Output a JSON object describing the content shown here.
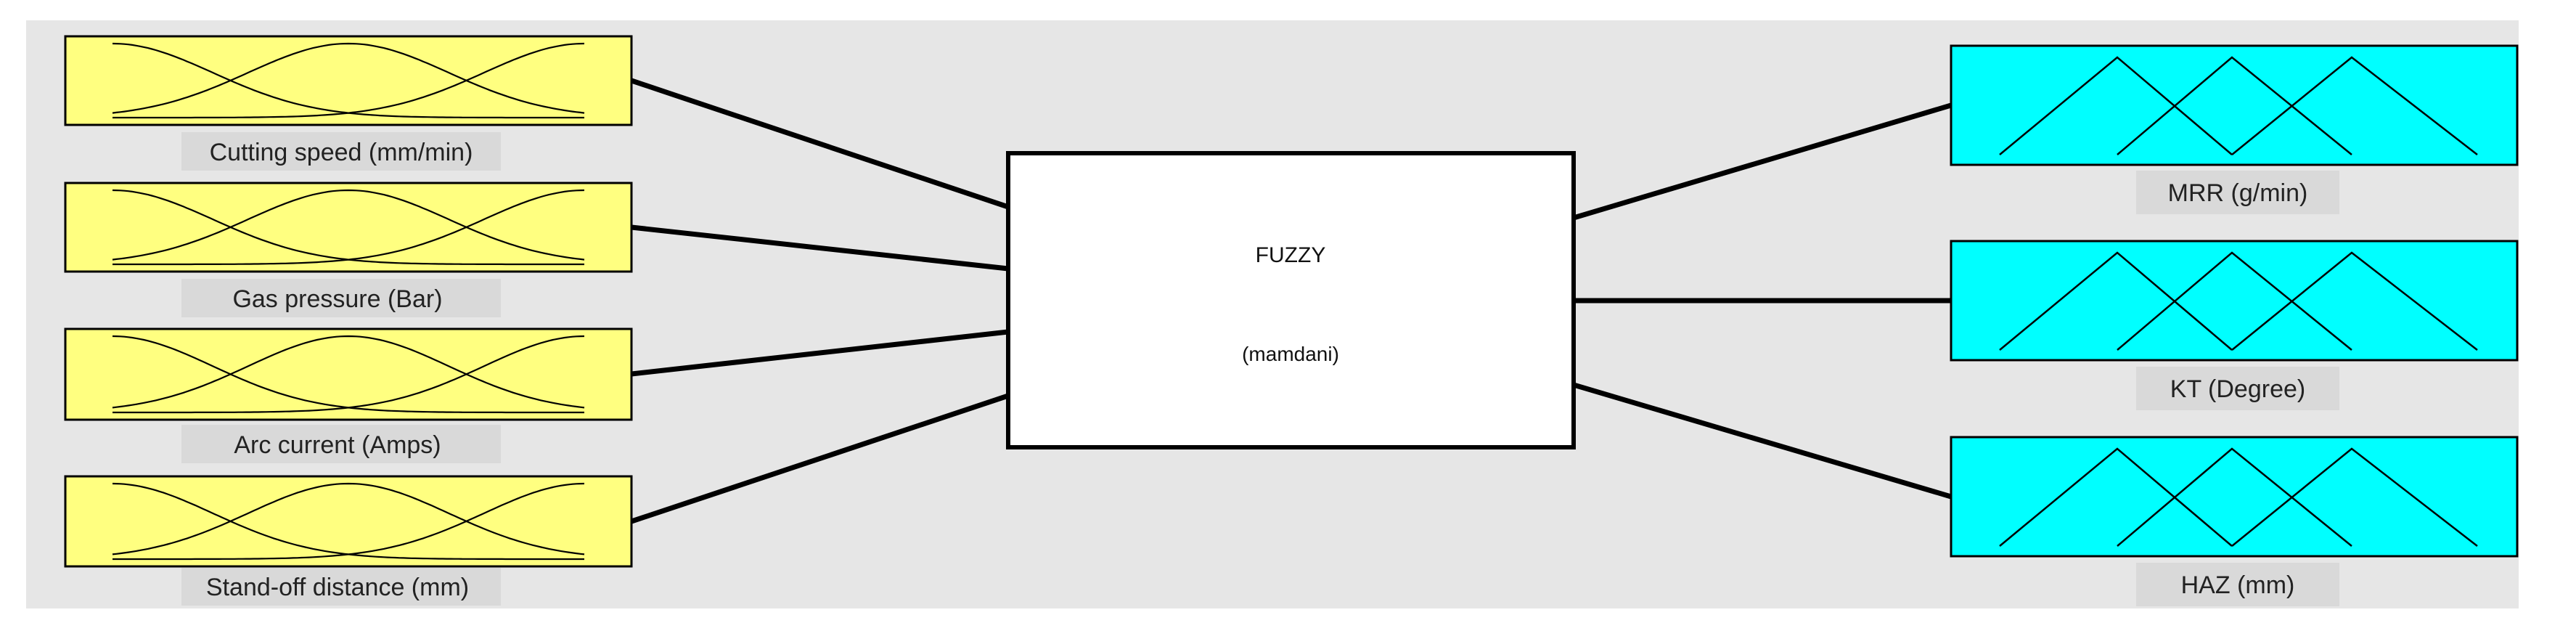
{
  "system": {
    "name": "FUZZY",
    "type": "(mamdani)"
  },
  "inputs": [
    {
      "label": "Cutting speed (mm/min)"
    },
    {
      "label": "Gas pressure (Bar)"
    },
    {
      "label": "Arc current (Amps)"
    },
    {
      "label": "Stand-off distance (mm)"
    }
  ],
  "outputs": [
    {
      "label": "MRR (g/min)"
    },
    {
      "label": "KT (Degree)"
    },
    {
      "label": "HAZ (mm)"
    }
  ],
  "colors": {
    "panel_background": "#e6e6e6",
    "input_fill": "#ffff80",
    "output_fill": "#00ffff",
    "label_background": "#d9d9d9",
    "system_fill": "#ffffff",
    "line": "#000000"
  }
}
